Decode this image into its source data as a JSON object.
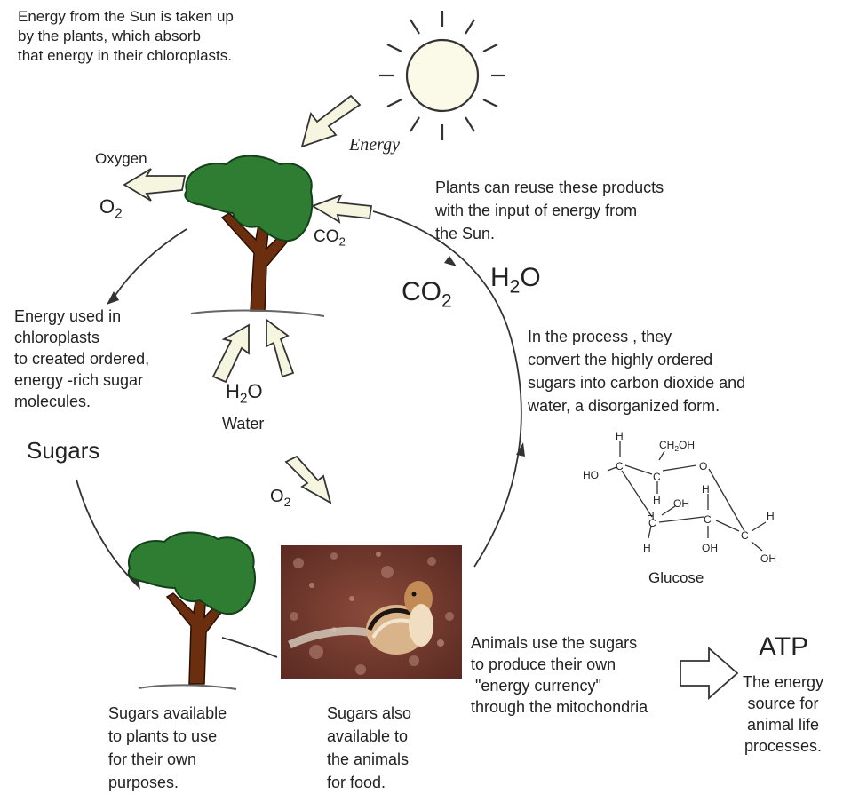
{
  "captions": {
    "sun_energy": [
      "Energy from the Sun is taken up",
      "by the plants, which absorb",
      "that energy in their chloroplasts."
    ],
    "reuse": [
      "Plants can reuse these products",
      "with the input of energy from",
      "the Sun."
    ],
    "process": [
      "In the process , they",
      "convert the highly ordered",
      "sugars into carbon dioxide and",
      "water, a disorganized form."
    ],
    "energy_used": [
      "Energy used in",
      "chloroplasts",
      "to created ordered,",
      "energy -rich sugar",
      "molecules."
    ],
    "sugars_plants": [
      "Sugars available",
      "to plants to use",
      "for their own",
      "purposes."
    ],
    "sugars_animals": [
      "Sugars also",
      "available to",
      "the animals",
      "for food."
    ],
    "animals_use": [
      "Animals use the sugars",
      "to produce their own",
      " \"energy currency\"",
      "through the mitochondria"
    ],
    "atp_desc": [
      "The energy",
      "source for",
      "animal life",
      "processes."
    ]
  },
  "labels": {
    "energy": "Energy",
    "oxygen": "Oxygen",
    "o2_main": "O",
    "o2_sub": "2",
    "co2_tree_main": "CO",
    "co2_tree_sub": "2",
    "co2_big_main": "CO",
    "co2_big_sub": "2",
    "h2o_big_main": "H",
    "h2o_big_sub": "2",
    "h2o_big_tail": "O",
    "h2o_main": "H",
    "h2o_sub": "2",
    "h2o_tail": "O",
    "water": "Water",
    "sugars": "Sugars",
    "o2_mid_main": "O",
    "o2_mid_sub": "2",
    "atp": "ATP",
    "glucose": "Glucose"
  },
  "glucose_atoms": {
    "h_top": "H",
    "ch2oh": "CH",
    "ch2oh_sub": "2",
    "ch2oh_tail": "OH",
    "ho": "HO",
    "c1": "C",
    "c2": "C",
    "o_ring": "O",
    "h_a": "H",
    "h_b": "H",
    "oh_mid": "OH",
    "h_c": "H",
    "c3": "C",
    "c4": "C",
    "c5": "C",
    "h_right": "H",
    "h_bottom": "H",
    "oh_bottom": "OH",
    "oh_right": "OH"
  },
  "colors": {
    "foliage": "#2e7d32",
    "foliage_dark": "#14401a",
    "trunk": "#6b2f0f",
    "arrow_fill": "#f6f6e0",
    "line": "#333333"
  }
}
